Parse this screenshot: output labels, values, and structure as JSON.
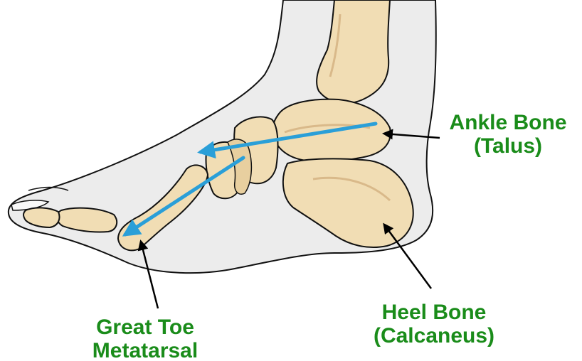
{
  "labels": {
    "ankle": {
      "line1": "Ankle Bone",
      "line2": "(Talus)"
    },
    "heel": {
      "line1": "Heel Bone",
      "line2": "(Calcaneus)"
    },
    "toe": {
      "line1": "Great Toe",
      "line2": "Metatarsal"
    }
  },
  "colors": {
    "label_text": "#1a8c1a",
    "bone_fill": "#f1ddb4",
    "bone_shade": "#d9b98a",
    "skin_fill": "#ececec",
    "outline": "#111111",
    "force_arrow": "#2a9fd8",
    "pointer": "#000000"
  }
}
